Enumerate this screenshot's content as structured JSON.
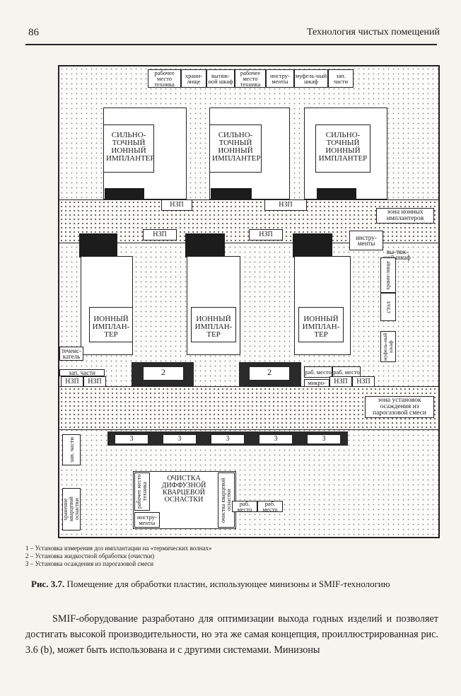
{
  "header": {
    "page_number": "86",
    "running_title": "Технология чистых помещений"
  },
  "plan": {
    "top_row": [
      "рабочее место техника",
      "храни-лище",
      "вытяж-ной шкаф",
      "рабочее место техника",
      "инстру-менты",
      "муфель-ный шкаф",
      "зап. части"
    ],
    "high_current": [
      "СИЛЬНО-ТОЧНЫЙ ИОННЫЙ ИМПЛАНТЕР",
      "СИЛЬНО-ТОЧНЫЙ ИОННЫЙ ИМПЛАНТЕР",
      "СИЛЬНО-ТОЧНЫЙ ИОННЫЙ ИМПЛАНТЕР"
    ],
    "nzp": "НЗП",
    "zone_implanters": "зона ионных имплантеров",
    "implanters": [
      "ИОННЫЙ ИМПЛАН-ТЕР",
      "ИОННЫЙ ИМПЛАН-ТЕР",
      "ИОННЫЙ ИМПЛАН-ТЕР"
    ],
    "right_column": {
      "tools": "инстру-менты",
      "exhaust": "вы-тяж-ной шкаф",
      "storage": "храни-лище",
      "table": "стол",
      "muffle": "муфель-ный шкаф"
    },
    "leak_detector": "течеис-катель",
    "spare_parts_left": "зап. части",
    "work_place_short": "раб. место",
    "microscope": "микро-скоп",
    "unit_2": "2",
    "unit_3": "3",
    "zone_deposition": "зона установок осаждения из парогазовой смеси",
    "bottom_left": {
      "spare_parts": "зап. части",
      "quartz_storage": "хранение кварцевой оснастки"
    },
    "bottom_center": {
      "work_place": "рабочее место техника",
      "cleaning_diffusion": "ОЧИСТКА ДИФФУЗНОЙ КВАРЦЕВОЙ ОСНАСТКИ",
      "cleaning_quartz": "очистка кварцевой оснастки",
      "tools": "инстру-менты"
    }
  },
  "legend": [
    "1 – Установка измерения доз имплантации на «термических волнах»",
    "2 – Установка жидкостной обработки (очистки)",
    "3 – Установка осаждения из парогазовой смеси"
  ],
  "caption": {
    "label": "Рис. 3.7.",
    "text": "Помещение для обработки пластин, использующее минизоны и SMIF-технологию"
  },
  "body_text": "SMIF-оборудование разработано для оптимизации выхода годных изделий и позволяет достигать высокой производительности, но эта же самая концепция, проиллюстрированная рис. 3.6 (b), может быть использована и с другими системами. Минизоны"
}
